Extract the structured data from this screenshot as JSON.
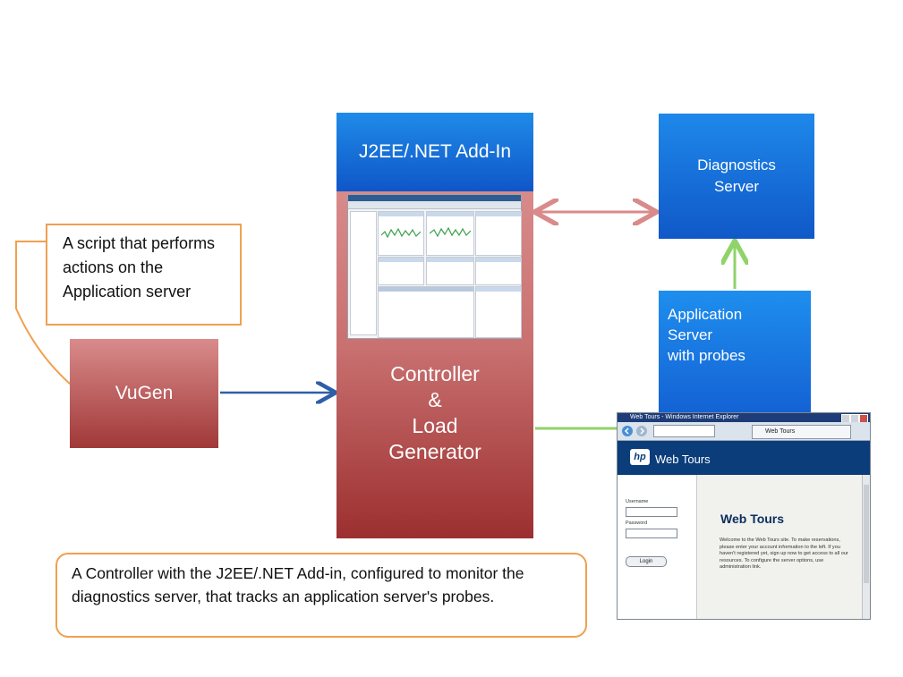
{
  "addin": {
    "title": "J2EE/.NET Add-In"
  },
  "controller": {
    "lines": [
      "Controller",
      "&",
      "Load",
      "Generator"
    ]
  },
  "vugen": {
    "label": "VuGen"
  },
  "diagnostics": {
    "lines": [
      "Diagnostics",
      "Server"
    ]
  },
  "app_server": {
    "lines": [
      "Application",
      "Server",
      "with probes"
    ]
  },
  "callouts": {
    "script": "A script that performs actions on the Application server",
    "controller": "A Controller with the J2EE/.NET Add-in, configured to monitor the diagnostics server, that tracks an application server's probes."
  },
  "browser": {
    "window_title": "Web Tours - Windows Internet Explorer",
    "tab_label": "Web Tours",
    "brand": "Web Tours",
    "logo": "hp",
    "username_label": "Username",
    "password_label": "Password",
    "login_label": "Login",
    "heading": "Web Tours",
    "welcome_text": "Welcome to the Web Tours site. To make reservations, please enter your account information to the left. If you haven't registered yet, sign up now to get access to all our resources. To configure the server options, use administration link."
  },
  "colors": {
    "blue_box": "#1a78e0",
    "controller_red": "#b34a4a",
    "callout_border": "#f0a050",
    "arrow_blue": "#2e5ea8",
    "arrow_green": "#8fd36a",
    "arrow_pink": "#d98a8a"
  }
}
